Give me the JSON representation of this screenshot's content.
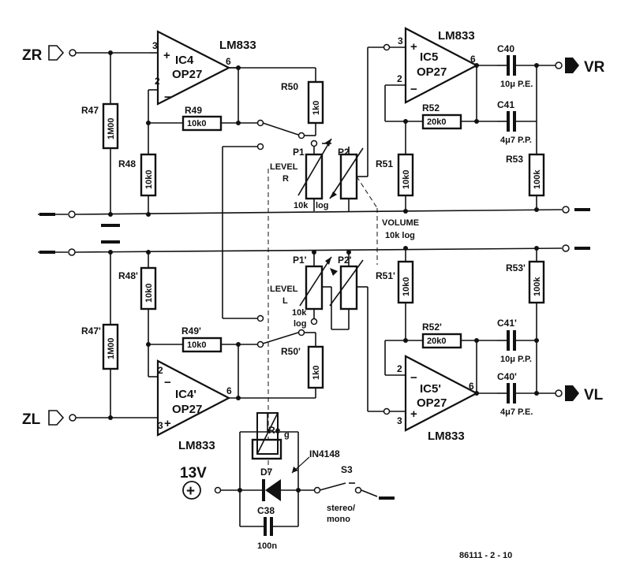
{
  "inputs": {
    "right": "ZR",
    "left": "ZL"
  },
  "outputs": {
    "right": "VR",
    "left": "VL"
  },
  "opamps": {
    "ic4": {
      "ref": "IC4",
      "type": "OP27",
      "package": "LM833",
      "pin_noninv": "3",
      "pin_inv": "2",
      "pin_out": "6"
    },
    "ic4p": {
      "ref": "IC4'",
      "type": "OP27",
      "package": "LM833",
      "pin_noninv": "3",
      "pin_inv": "2",
      "pin_out": "6"
    },
    "ic5": {
      "ref": "IC5",
      "type": "OP27",
      "package": "LM833",
      "pin_noninv": "3",
      "pin_inv": "2",
      "pin_out": "6"
    },
    "ic5p": {
      "ref": "IC5'",
      "type": "OP27",
      "package": "LM833",
      "pin_noninv": "3",
      "pin_inv": "2",
      "pin_out": "6"
    }
  },
  "sign": {
    "plus": "+",
    "minus": "−"
  },
  "resistors": {
    "r47": {
      "ref": "R47",
      "value": "1M00"
    },
    "r47p": {
      "ref": "R47'",
      "value": "1M00"
    },
    "r48": {
      "ref": "R48",
      "value": "10k0"
    },
    "r48p": {
      "ref": "R48'",
      "value": "10k0"
    },
    "r49": {
      "ref": "R49",
      "value": "10k0"
    },
    "r49p": {
      "ref": "R49'",
      "value": "10k0"
    },
    "r50": {
      "ref": "R50",
      "value": "1k0"
    },
    "r50p": {
      "ref": "R50'",
      "value": "1k0"
    },
    "r51": {
      "ref": "R51",
      "value": "10k0"
    },
    "r51p": {
      "ref": "R51'",
      "value": "10k0"
    },
    "r52": {
      "ref": "R52",
      "value": "20k0"
    },
    "r52p": {
      "ref": "R52'",
      "value": "20k0"
    },
    "r53": {
      "ref": "R53",
      "value": "100k"
    },
    "r53p": {
      "ref": "R53'",
      "value": "100k"
    }
  },
  "pots": {
    "p1": {
      "ref": "P1",
      "label_top": "LEVEL",
      "label_bottom": "R",
      "value": "10k",
      "taper": "log"
    },
    "p1p": {
      "ref": "P1'",
      "label_top": "LEVEL",
      "label_bottom": "L",
      "value": "10k",
      "taper": "log"
    },
    "p2": {
      "ref": "P2"
    },
    "p2p": {
      "ref": "P2'"
    },
    "volume": {
      "label": "VOLUME",
      "value": "10k log"
    }
  },
  "capacitors": {
    "c40": {
      "ref": "C40",
      "value": "10μ P.E."
    },
    "c41": {
      "ref": "C41",
      "value": "4μ7 P.P."
    },
    "c41p": {
      "ref": "C41'",
      "value": "10μ P.P."
    },
    "c40p": {
      "ref": "C40'",
      "value": "4μ7 P.E."
    },
    "c38": {
      "ref": "C38",
      "value": "100n"
    }
  },
  "supply": {
    "voltage": "13V",
    "symbol": "+"
  },
  "relay": {
    "ref": "Re",
    "sub": "g"
  },
  "diode": {
    "ref": "D7",
    "type": "IN4148"
  },
  "switch": {
    "ref": "S3",
    "label1": "stereo/",
    "label2": "mono"
  },
  "figure_id": "86111 - 2 - 10"
}
